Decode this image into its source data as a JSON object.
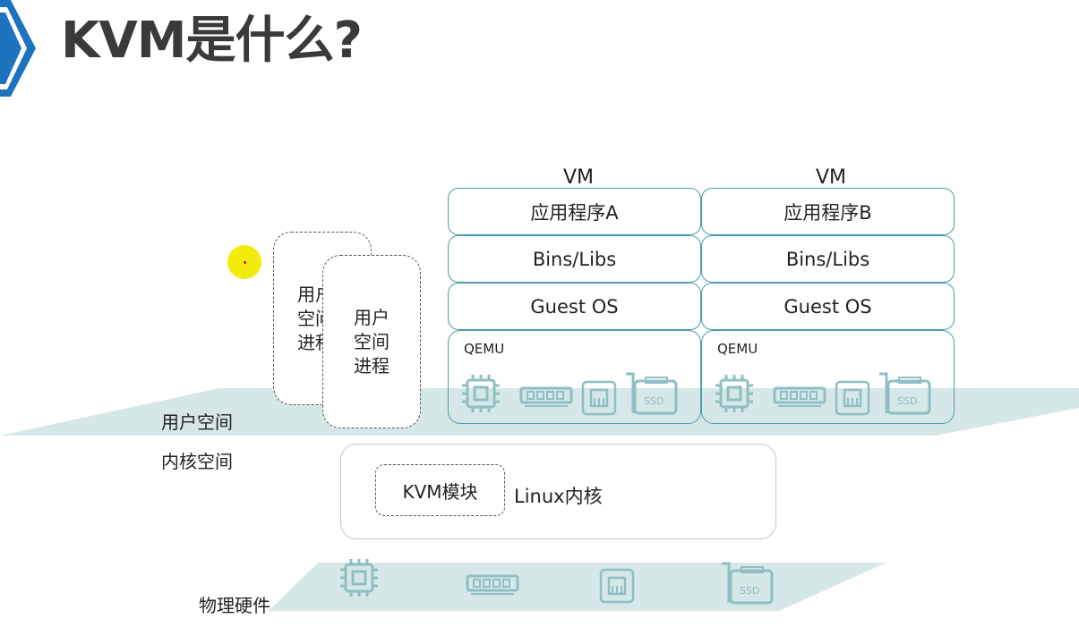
{
  "title": "KVM是什么?",
  "accent_color": "#1e73be",
  "teal_color": "#4a9ea6",
  "plane_color": "#cfe3e3",
  "user_processes": [
    {
      "text": "用户空间进程"
    },
    {
      "text": "用户空间进程"
    }
  ],
  "vms": [
    {
      "label": "VM",
      "app": "应用程序A",
      "libs": "Bins/Libs",
      "os": "Guest OS",
      "qemu": "QEMU"
    },
    {
      "label": "VM",
      "app": "应用程序B",
      "libs": "Bins/Libs",
      "os": "Guest OS",
      "qemu": "QEMU"
    }
  ],
  "user_space_label": "用户空间",
  "kernel_space_label": "内核空间",
  "kvm_module": "KVM模块",
  "linux_kernel": "Linux内核",
  "hardware_label": "物理硬件",
  "device_icons": [
    "cpu-icon",
    "memory-icon",
    "network-port-icon",
    "ssd-icon"
  ],
  "ssd_text": "SSD"
}
